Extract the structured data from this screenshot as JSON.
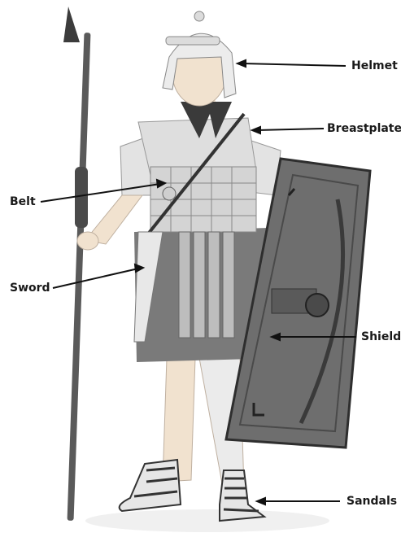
{
  "labels": {
    "helmet": "Helmet",
    "breastplate": "Breastplate",
    "belt": "Belt",
    "sword": "Sword",
    "shield": "Shield",
    "sandals": "Sandals"
  },
  "colors": {
    "skin": "#f1e2cf",
    "tunic": "#7a7a7a",
    "armor": "#d9d9d9",
    "metal": "#c9c9c9",
    "shield": "#6e6e6e",
    "shield_dark": "#4a4a4a",
    "spear": "#5a5a5a",
    "leader": "#111111"
  }
}
